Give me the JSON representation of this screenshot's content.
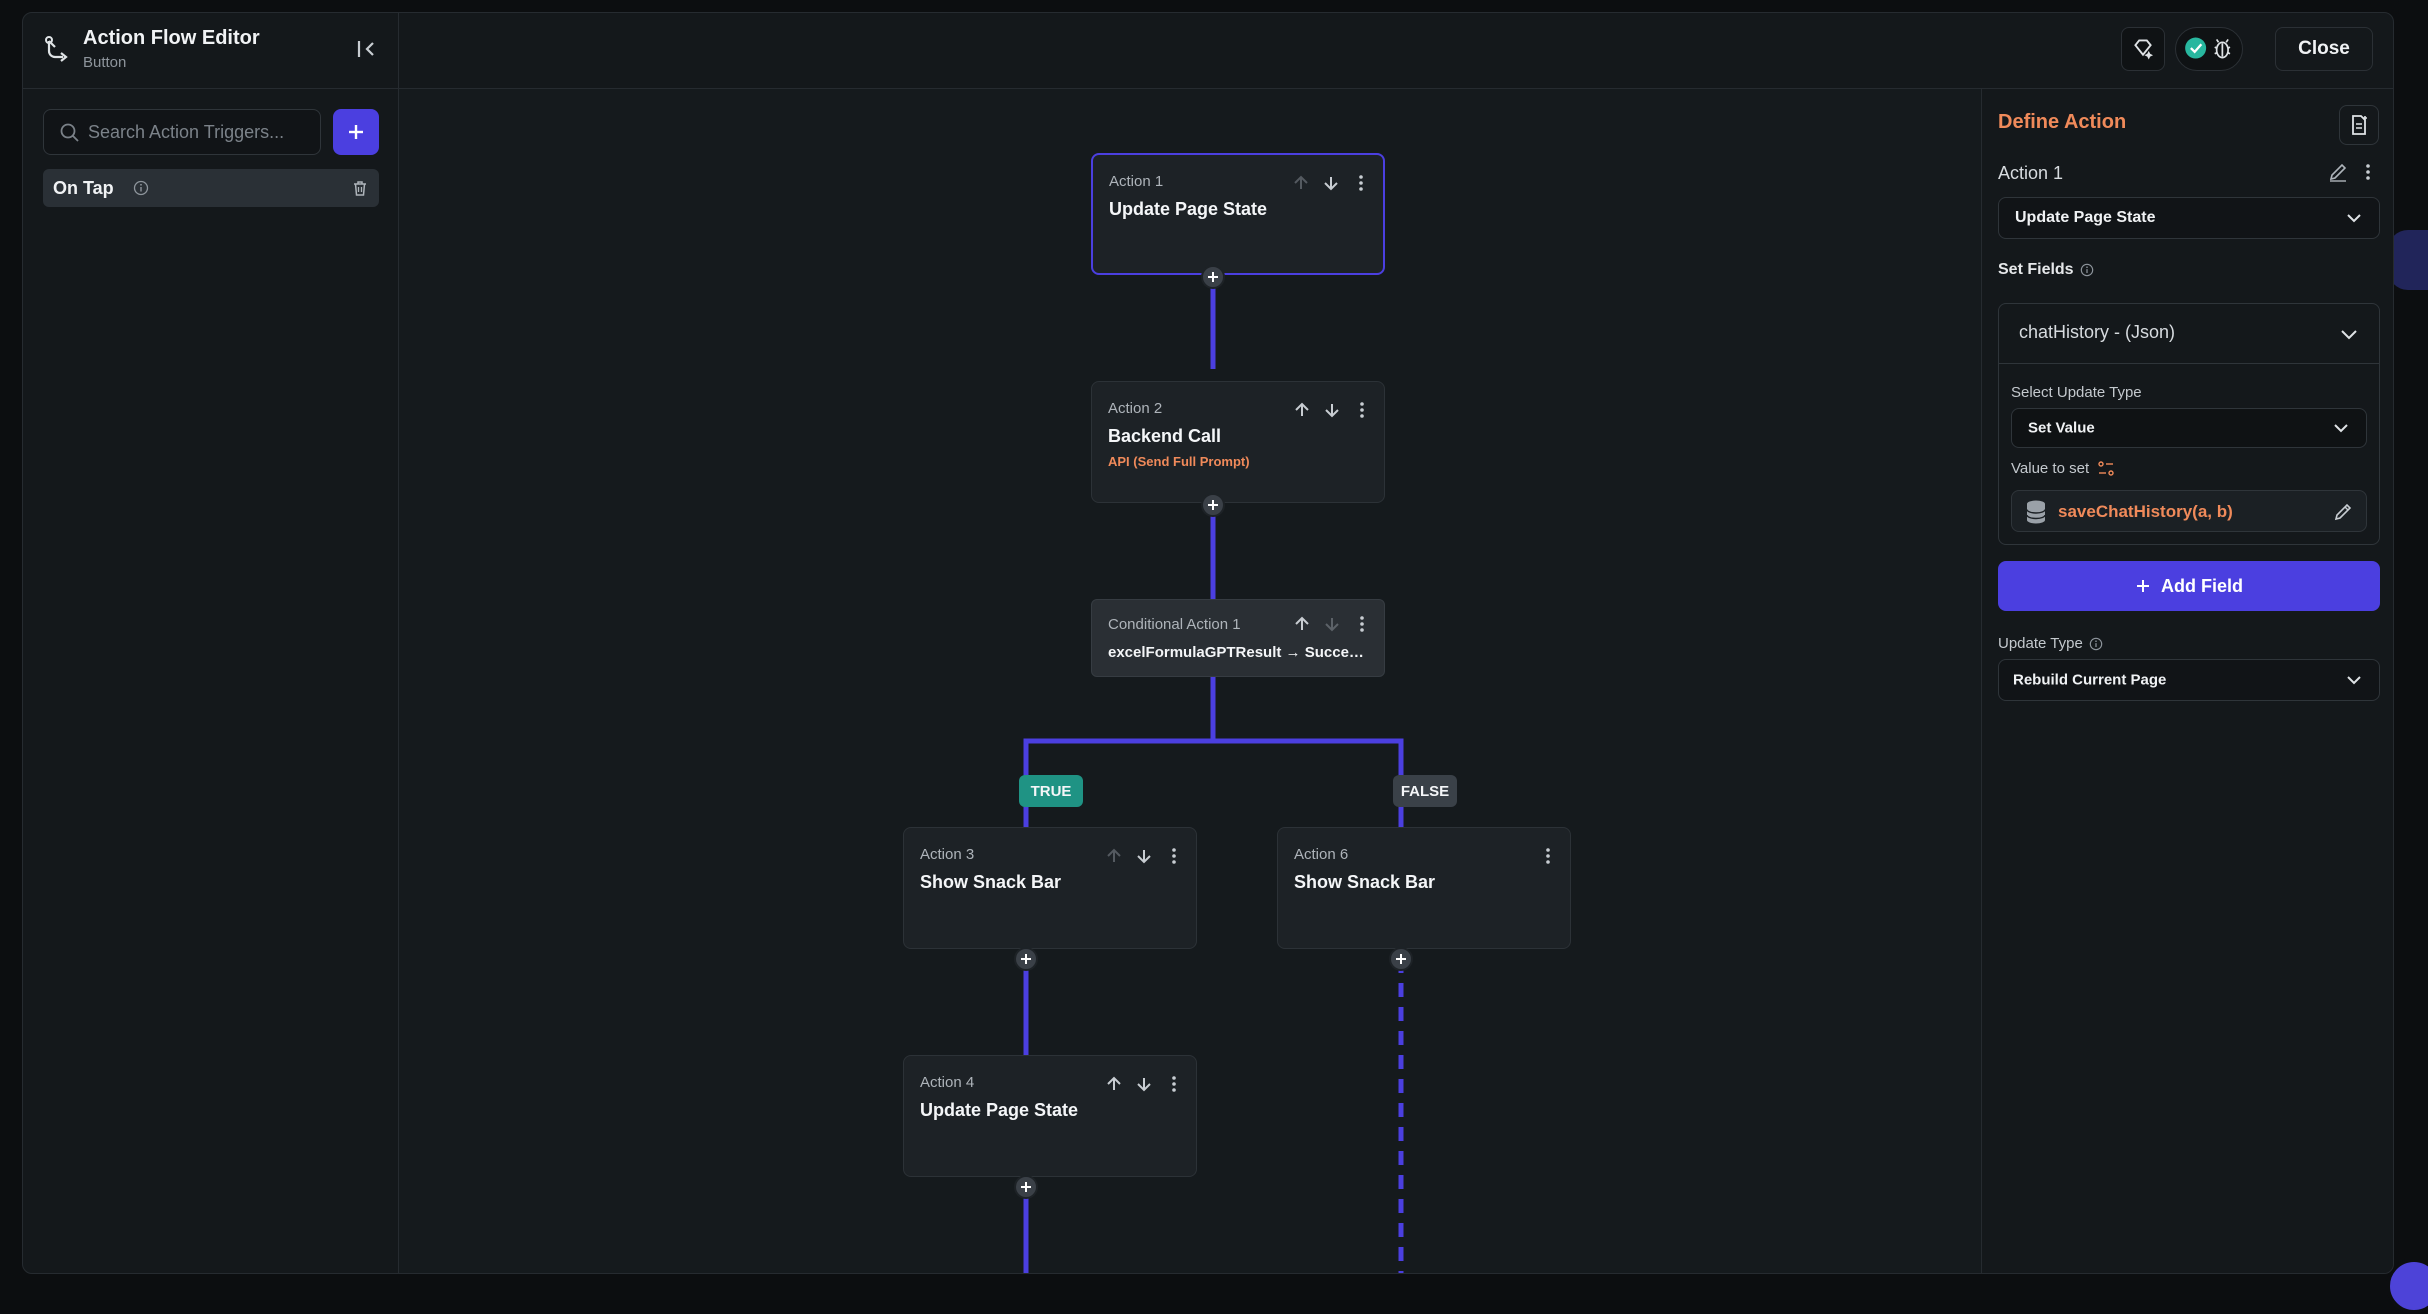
{
  "header": {
    "title": "Action Flow Editor",
    "subtitle": "Button",
    "close_label": "Close"
  },
  "sidebar": {
    "search_placeholder": "Search Action Triggers...",
    "triggers": [
      {
        "label": "On Tap"
      }
    ]
  },
  "flow": {
    "nodes": [
      {
        "label": "Action 1",
        "title": "Update Page State",
        "subtitle": ""
      },
      {
        "label": "Action 2",
        "title": "Backend Call",
        "subtitle": "API (Send Full Prompt)"
      },
      {
        "label": "Conditional Action 1",
        "title": "excelFormulaGPTResult → Succeed..."
      },
      {
        "label": "Action 3",
        "title": "Show Snack Bar",
        "subtitle": ""
      },
      {
        "label": "Action 6",
        "title": "Show Snack Bar",
        "subtitle": ""
      },
      {
        "label": "Action 4",
        "title": "Update Page State",
        "subtitle": ""
      }
    ],
    "true_label": "TRUE",
    "false_label": "FALSE"
  },
  "panel": {
    "title": "Define Action",
    "action_name": "Action 1",
    "action_type": "Update Page State",
    "set_fields_label": "Set Fields",
    "field_name": "chatHistory - (Json)",
    "update_type_label": "Select Update Type",
    "update_type_value": "Set Value",
    "value_label": "Value to set",
    "value": "saveChatHistory(a, b)",
    "add_field_label": "Add Field",
    "page_update_label": "Update Type",
    "page_update_value": "Rebuild Current Page"
  },
  "colors": {
    "accent": "#4b3fe0",
    "orange": "#f08a5a",
    "true_badge": "#1f9384",
    "false_badge": "#3a4148"
  }
}
